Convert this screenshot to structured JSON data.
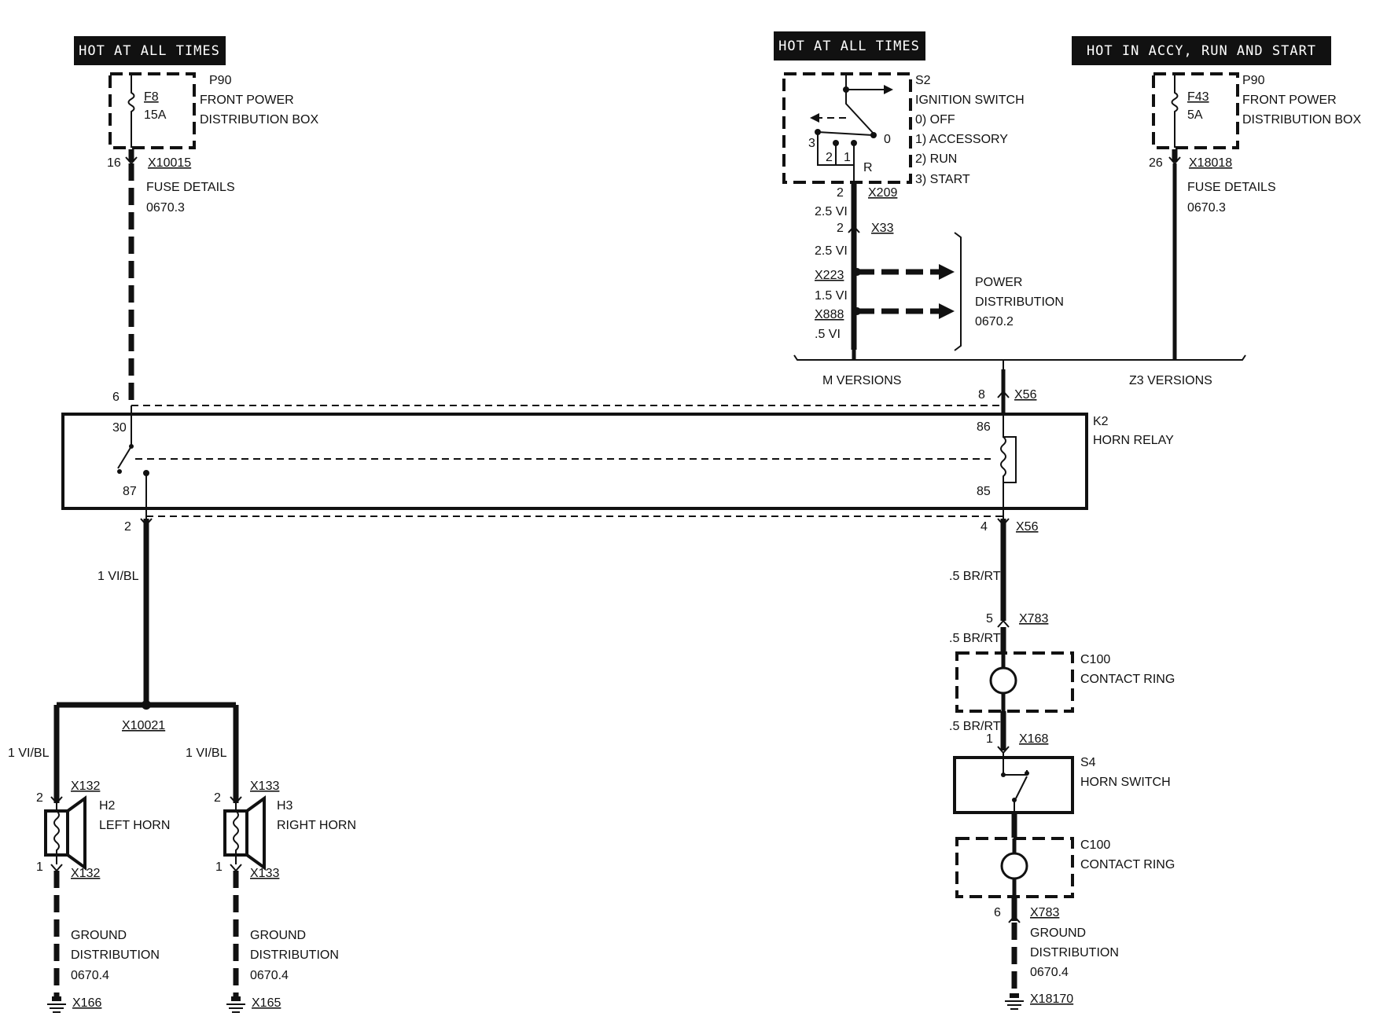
{
  "supplies": {
    "left": "HOT AT ALL TIMES",
    "middle": "HOT AT ALL TIMES",
    "right": "HOT IN ACCY, RUN AND START"
  },
  "fuse_left": {
    "box_id": "P90",
    "box_line1": "FRONT POWER",
    "box_line2": "DISTRIBUTION BOX",
    "fuse": "F8",
    "rating": "15A",
    "pin": "16",
    "connector": "X10015",
    "details_line1": "FUSE DETAILS",
    "details_line2": "0670.3"
  },
  "fuse_right": {
    "box_id": "P90",
    "box_line1": "FRONT POWER",
    "box_line2": "DISTRIBUTION BOX",
    "fuse": "F43",
    "rating": "5A",
    "pin": "26",
    "connector": "X18018",
    "details_line1": "FUSE DETAILS",
    "details_line2": "0670.3"
  },
  "ignition": {
    "id": "S2",
    "name": "IGNITION SWITCH",
    "positions": [
      "0)   OFF",
      "1)   ACCESSORY",
      "2)   RUN",
      "3)   START"
    ],
    "contact_3": "3",
    "contact_2": "2",
    "contact_1": "1",
    "contact_0": "0",
    "contact_r": "R",
    "pin_x209": "2",
    "x209": "X209",
    "wire_1": "2.5 VI",
    "pin_x33": "2",
    "x33": "X33",
    "wire_2": "2.5 VI"
  },
  "power_dist": {
    "x223": "X223",
    "wire_x223": "1.5 VI",
    "x888": "X888",
    "wire_x888": ".5 VI",
    "line1": "POWER",
    "line2": "DISTRIBUTION",
    "line3": "0670.2"
  },
  "versions": {
    "m": "M VERSIONS",
    "z3": "Z3 VERSIONS"
  },
  "relay": {
    "id": "K2",
    "name": "HORN RELAY",
    "pin_6": "6",
    "pin_8": "8",
    "x56_top": "X56",
    "term_30": "30",
    "term_86": "86",
    "term_87": "87",
    "term_85": "85",
    "pin_2": "2",
    "pin_4": "4",
    "x56_bottom": "X56"
  },
  "left_branch": {
    "wire_main": "1 VI/BL",
    "splice": "X10021",
    "wire_h2": "1 VI/BL",
    "wire_h3": "1 VI/BL"
  },
  "horn_h2": {
    "id": "H2",
    "name": "LEFT HORN",
    "pin_top": "2",
    "conn_top": "X132",
    "pin_bottom": "1",
    "conn_bottom": "X132",
    "ground1": "GROUND",
    "ground2": "DISTRIBUTION",
    "ground3": "0670.4",
    "ground_point": "X166"
  },
  "horn_h3": {
    "id": "H3",
    "name": "RIGHT HORN",
    "pin_top": "2",
    "conn_top": "X133",
    "pin_bottom": "1",
    "conn_bottom": "X133",
    "ground1": "GROUND",
    "ground2": "DISTRIBUTION",
    "ground3": "0670.4",
    "ground_point": "X165"
  },
  "right_branch": {
    "wire_1": ".5 BR/RT",
    "pin_x783": "5",
    "x783": "X783",
    "wire_2": ".5 BR/RT",
    "contact_ring_id": "C100",
    "contact_ring_name": "CONTACT RING",
    "wire_3": ".5 BR/RT",
    "pin_x168": "1",
    "x168": "X168",
    "switch_id": "S4",
    "switch_name": "HORN SWITCH",
    "contact_ring2_id": "C100",
    "contact_ring2_name": "CONTACT RING",
    "pin_x783b": "6",
    "x783b": "X783",
    "ground1": "GROUND",
    "ground2": "DISTRIBUTION",
    "ground3": "0670.4",
    "ground_point": "X18170"
  }
}
